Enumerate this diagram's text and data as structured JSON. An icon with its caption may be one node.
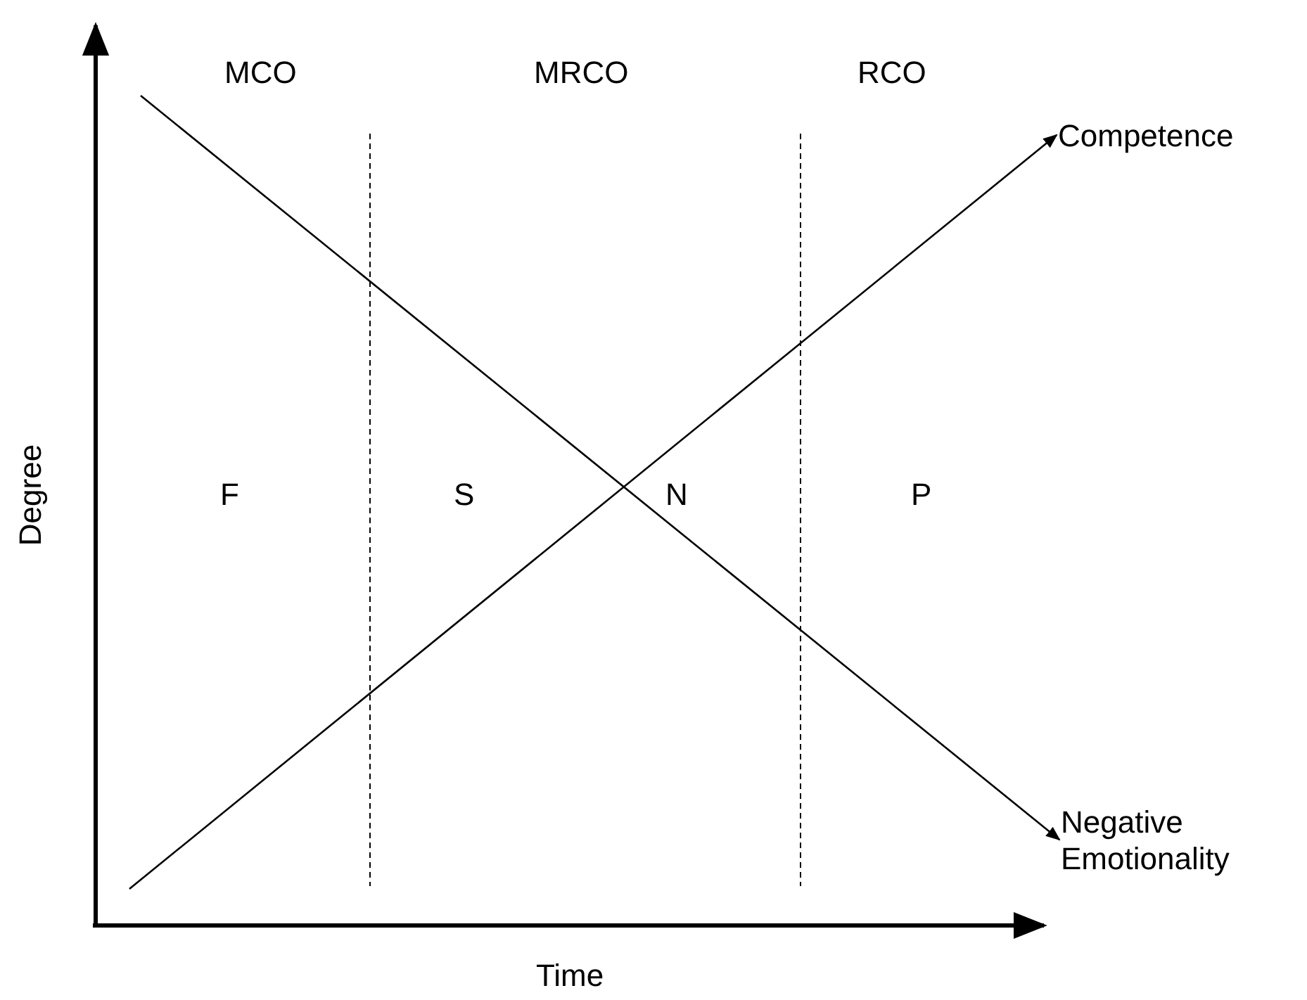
{
  "diagram": {
    "nodes": [
      {
        "text": [
          "Competence"
        ]
      },
      {
        "text": [
          "Negative Emotionality"
        ]
      }
    ],
    "edges": [
      {
        "from": null,
        "to": 0,
        "arrow": "to"
      },
      {
        "from": null,
        "to": 1,
        "arrow": "to"
      }
    ],
    "labels": [
      "MCO",
      "MRCO",
      "RCO",
      "Degree",
      "F",
      "S",
      "N",
      "P",
      "Time"
    ]
  }
}
